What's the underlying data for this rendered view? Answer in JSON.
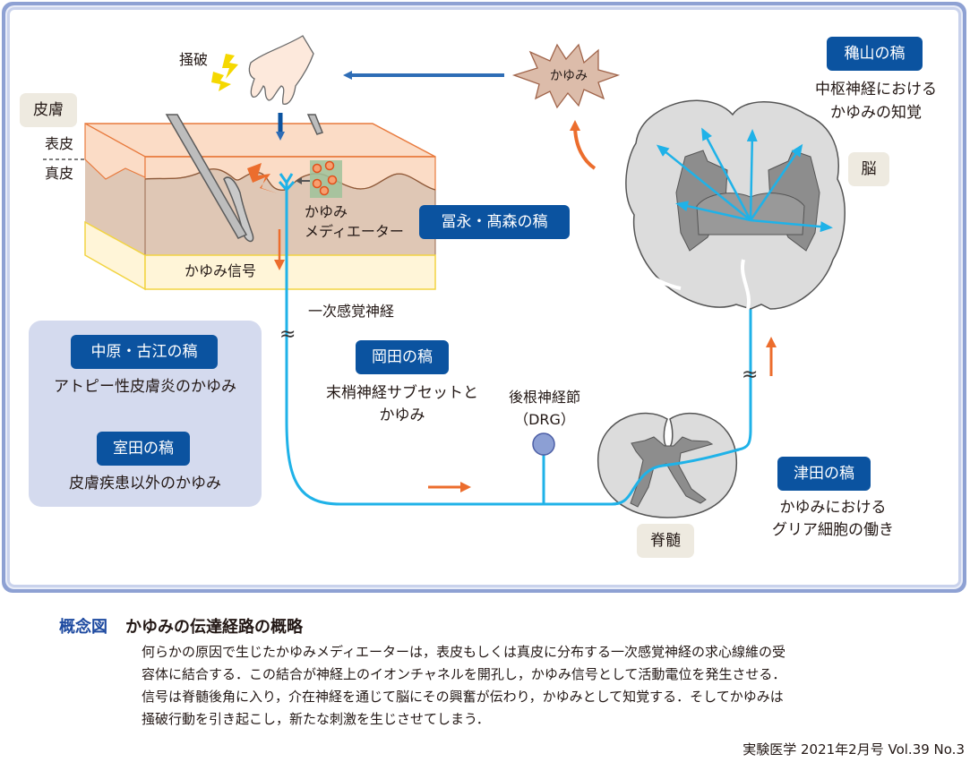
{
  "diagram": {
    "title_tags": {
      "skin": "皮膚",
      "brain": "脳",
      "spinal_cord": "脊髄"
    },
    "skin_layers": {
      "epidermis": "表皮",
      "dermis": "真皮"
    },
    "labels": {
      "scratch": "掻破",
      "itch_burst": "かゆみ",
      "mediator_line1": "かゆみ",
      "mediator_line2": "メディエーター",
      "itch_signal": "かゆみ信号",
      "primary_sensory_nerve": "一次感覚神経",
      "drg_line1": "後根神経節",
      "drg_line2": "（DRG）"
    },
    "articles": [
      {
        "badge": "穐山の稿",
        "desc_line1": "中枢神経における",
        "desc_line2": "かゆみの知覚"
      },
      {
        "badge": "冨永・髙森の稿",
        "desc_line1": "",
        "desc_line2": ""
      },
      {
        "badge": "岡田の稿",
        "desc_line1": "末梢神経サブセットと",
        "desc_line2": "かゆみ"
      },
      {
        "badge": "津田の稿",
        "desc_line1": "かゆみにおける",
        "desc_line2": "グリア細胞の働き"
      },
      {
        "badge": "中原・古江の稿",
        "desc_line1": "アトピー性皮膚炎のかゆみ",
        "desc_line2": ""
      },
      {
        "badge": "室田の稿",
        "desc_line1": "皮膚疾患以外のかゆみ",
        "desc_line2": ""
      }
    ],
    "break_mark": "≈",
    "colors": {
      "frame": "#8ea1d3",
      "badge": "#0b53a0",
      "nerve": "#1fb2e8",
      "signal_arrow": "#ec6d2d",
      "flow_arrow": "#2e6db6",
      "epidermis": "#fbdcc6",
      "dermis": "#dfc7b5",
      "subcutis": "#fff5d8",
      "brain_grey": "#dcdcdc",
      "group_box": "#d4daee",
      "tag_bg": "#eeeae0"
    }
  },
  "caption": {
    "figure_label": "概念図",
    "title": "かゆみの伝達経路の概略",
    "lines": [
      "何らかの原因で生じたかゆみメディエーターは，表皮もしくは真皮に分布する一次感覚神経の求心線維の受",
      "容体に結合する．この結合が神経上のイオンチャネルを開孔し，かゆみ信号として活動電位を発生させる．",
      "信号は脊髄後角に入り，介在神経を通じて脳にその興奮が伝わり，かゆみとして知覚する．そしてかゆみは",
      "掻破行動を引き起こし，新たな刺激を生じさせてしまう．"
    ]
  },
  "footer": "実験医学 2021年2月号 Vol.39 No.3"
}
